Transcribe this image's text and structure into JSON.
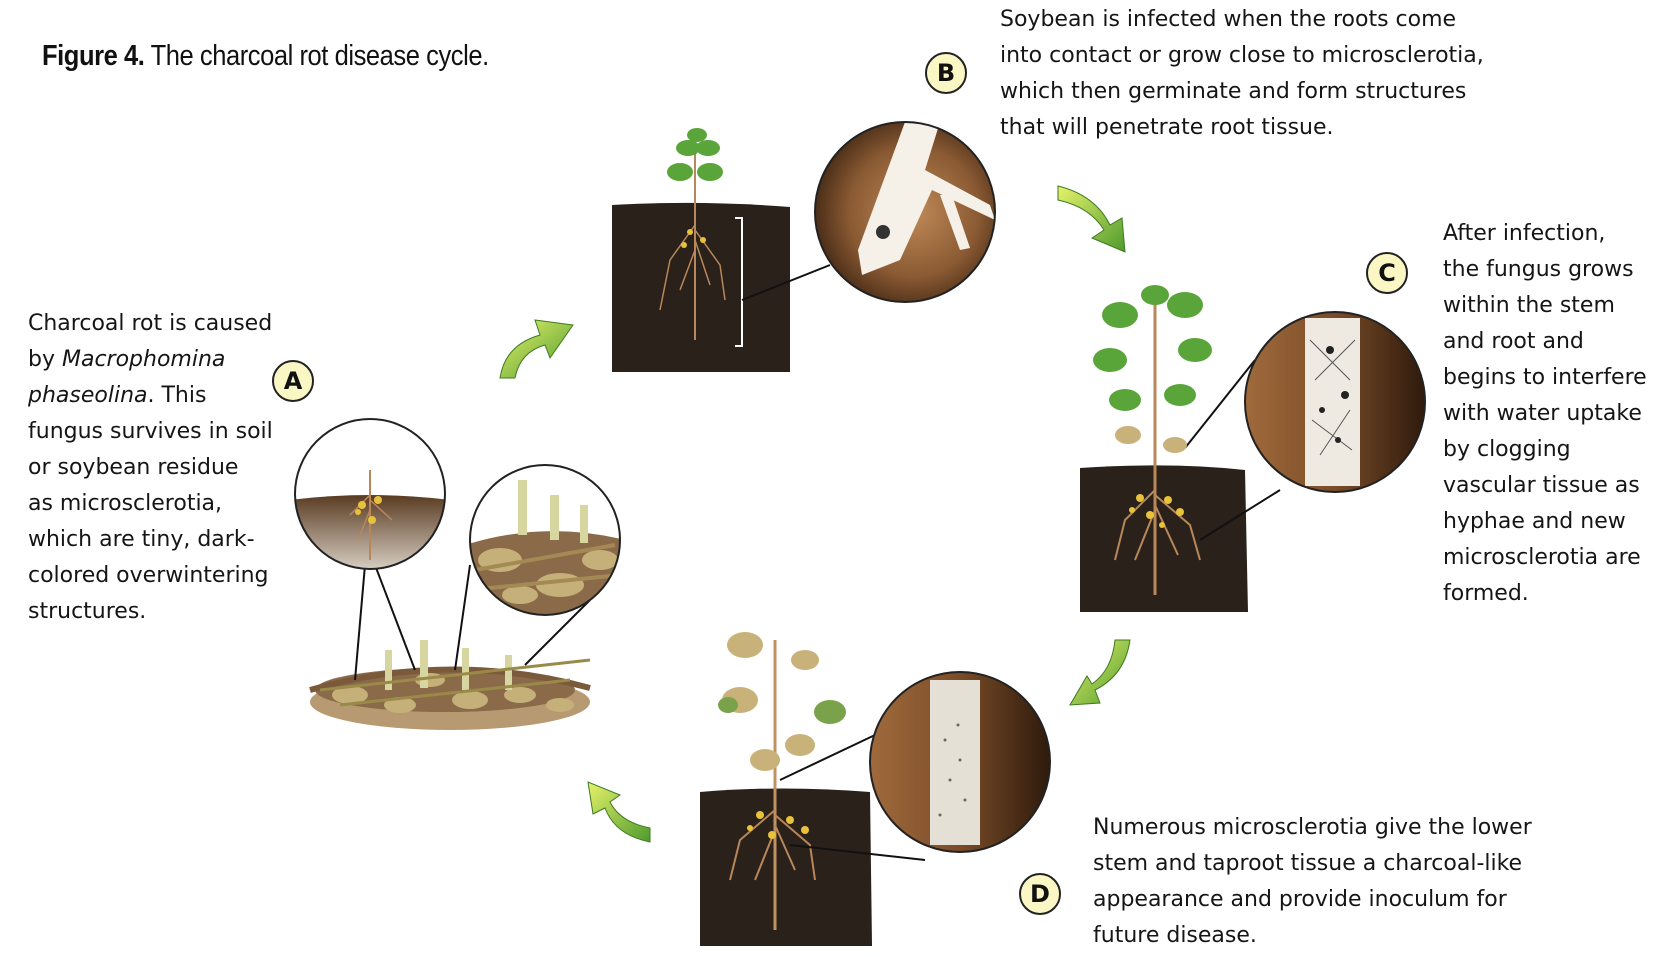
{
  "figure": {
    "label": "Figure 4.",
    "title": "The charcoal rot disease cycle."
  },
  "stages": [
    {
      "id": "A",
      "lines": [
        "Charcoal rot is caused",
        "by ",
        "phaseolina",
        ". This",
        "fungus survives in soil",
        "or soybean residue",
        "as microsclerotia,",
        "which are tiny, dark-",
        "colored overwintering",
        "structures."
      ],
      "italic_1": "Macrophomina",
      "italic_2": "phaseolina"
    },
    {
      "id": "B",
      "lines": [
        "Soybean is infected when the roots come",
        "into contact or grow close to microsclerotia,",
        "which then germinate and form structures",
        "that will penetrate root tissue."
      ]
    },
    {
      "id": "C",
      "lines": [
        "After infection,",
        "the fungus grows",
        "within the stem",
        "and root and",
        "begins to interfere",
        "with water uptake",
        "by clogging",
        "vascular tissue as",
        "hyphae and new",
        "microsclerotia are",
        "formed."
      ]
    },
    {
      "id": "D",
      "lines": [
        "Numerous microsclerotia give the lower",
        "stem and taproot tissue a charcoal-like",
        "appearance and provide inoculum for",
        "future disease."
      ]
    }
  ],
  "colors": {
    "soil": "#2a211a",
    "arrow_green": "#8cc63f",
    "badge_fill": "#fbf7c4",
    "leaf_green": "#5aa53a",
    "dead_leaf": "#c9b27a",
    "root": "#b8875a",
    "zoom_brown": "#7a5232"
  }
}
